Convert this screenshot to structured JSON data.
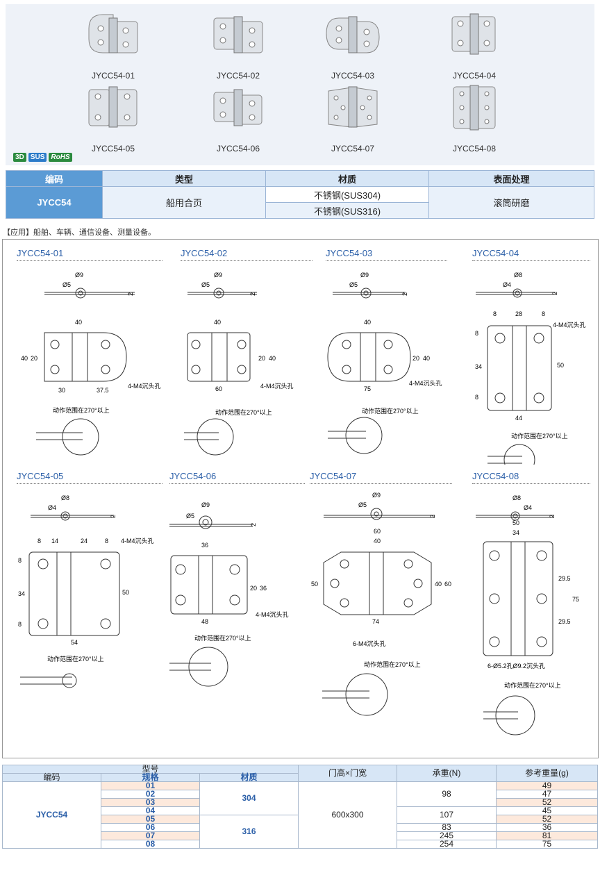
{
  "photos": [
    {
      "label": "JYCC54-01"
    },
    {
      "label": "JYCC54-02"
    },
    {
      "label": "JYCC54-03"
    },
    {
      "label": "JYCC54-04"
    },
    {
      "label": "JYCC54-05"
    },
    {
      "label": "JYCC54-06"
    },
    {
      "label": "JYCC54-07"
    },
    {
      "label": "JYCC54-08"
    }
  ],
  "badges": {
    "b3d": "3D",
    "sus": "SUS",
    "rohs": "RoHS"
  },
  "spec_table": {
    "headers": {
      "code": "编码",
      "type": "类型",
      "material": "材质",
      "surface": "表面处理"
    },
    "code": "JYCC54",
    "type": "船用合页",
    "material_1": "不锈钢(SUS304)",
    "material_2": "不锈钢(SUS316)",
    "surface": "滚筒研磨"
  },
  "application": "【应用】船舶、车辆、通信设备、测量设备。",
  "drawings": [
    {
      "title": "JYCC54-01",
      "d_outer": "Ø9",
      "d_inner": "Ø5",
      "thickness": "2",
      "w_total": "40",
      "h_total": "40",
      "h_hole": "20",
      "w_left": "30",
      "w_right": "37.5",
      "hole_note": "4-M4沉头孔",
      "rot_note": "动作范围在270°以上"
    },
    {
      "title": "JYCC54-02",
      "d_outer": "Ø9",
      "d_inner": "Ø5",
      "thickness": "2",
      "w_hole": "40",
      "h_total": "40",
      "h_hole": "20",
      "w_total": "60",
      "hole_note": "4-M4沉头孔",
      "rot_note": "动作范围在270°以上"
    },
    {
      "title": "JYCC54-03",
      "d_outer": "Ø9",
      "d_inner": "Ø5",
      "thickness": "2",
      "w_hole": "40",
      "h_total": "40",
      "h_hole": "20",
      "w_total": "75",
      "hole_note": "4-M4沉头孔",
      "rot_note": "动作范围在270°以上"
    },
    {
      "title": "JYCC54-04",
      "d_outer": "Ø8",
      "d_inner": "Ø4",
      "thickness": "2",
      "w_a": "8",
      "w_b": "28",
      "w_c": "8",
      "h_a": "8",
      "h_b": "34",
      "h_c": "8",
      "h_total": "50",
      "w_total": "44",
      "hole_note": "4-M4沉头孔",
      "rot_note": "动作范围在270°以上"
    },
    {
      "title": "JYCC54-05",
      "d_outer": "Ø8",
      "d_inner": "Ø4",
      "thickness": "2",
      "w_a": "8",
      "w_b": "14",
      "w_c": "24",
      "w_d": "8",
      "h_a": "8",
      "h_b": "34",
      "h_c": "8",
      "h_total": "50",
      "w_total": "54",
      "hole_note": "4-M4沉头孔",
      "rot_note": "动作范围在270°以上"
    },
    {
      "title": "JYCC54-06",
      "d_outer": "Ø9",
      "d_inner": "Ø5",
      "thickness": "2",
      "w_hole": "36",
      "h_hole": "20",
      "h_total": "36",
      "w_total": "48",
      "hole_note": "4-M4沉头孔",
      "rot_note": "动作范围在270°以上"
    },
    {
      "title": "JYCC54-07",
      "d_outer": "Ø9",
      "d_inner": "Ø5",
      "thickness": "2",
      "w_total": "60",
      "w_hole": "40",
      "h_left": "50",
      "h_hole": "40",
      "h_total": "60",
      "w_bottom": "74",
      "hole_note": "6-M4沉头孔",
      "rot_note": "动作范围在270°以上"
    },
    {
      "title": "JYCC54-08",
      "d_outer": "Ø8",
      "d_inner": "Ø4",
      "thickness": "2",
      "w_total": "50",
      "w_hole": "34",
      "h_a": "29.5",
      "h_b": "29.5",
      "h_total": "75",
      "hole_note": "6-Ø5.2孔Ø9.2沉头孔",
      "rot_note": "动作范围在270°以上"
    }
  ],
  "bottom_table": {
    "model_header": "型号",
    "code_header": "编码",
    "spec_header": "规格",
    "material_header": "材质",
    "size_header": "门高×门宽",
    "load_header": "承重(N)",
    "weight_header": "参考重量(g)",
    "code": "JYCC54",
    "material_304": "304",
    "material_316": "316",
    "size": "600x300",
    "rows": [
      {
        "spec": "01",
        "weight": "49"
      },
      {
        "spec": "02",
        "weight": "47"
      },
      {
        "spec": "03",
        "weight": "52"
      },
      {
        "spec": "04",
        "weight": "45"
      },
      {
        "spec": "05",
        "weight": "52"
      },
      {
        "spec": "06",
        "weight": "36"
      },
      {
        "spec": "07",
        "weight": "81"
      },
      {
        "spec": "08",
        "weight": "75"
      }
    ],
    "load_98": "98",
    "load_107": "107",
    "load_83": "83",
    "load_245": "245",
    "load_254": "254"
  }
}
